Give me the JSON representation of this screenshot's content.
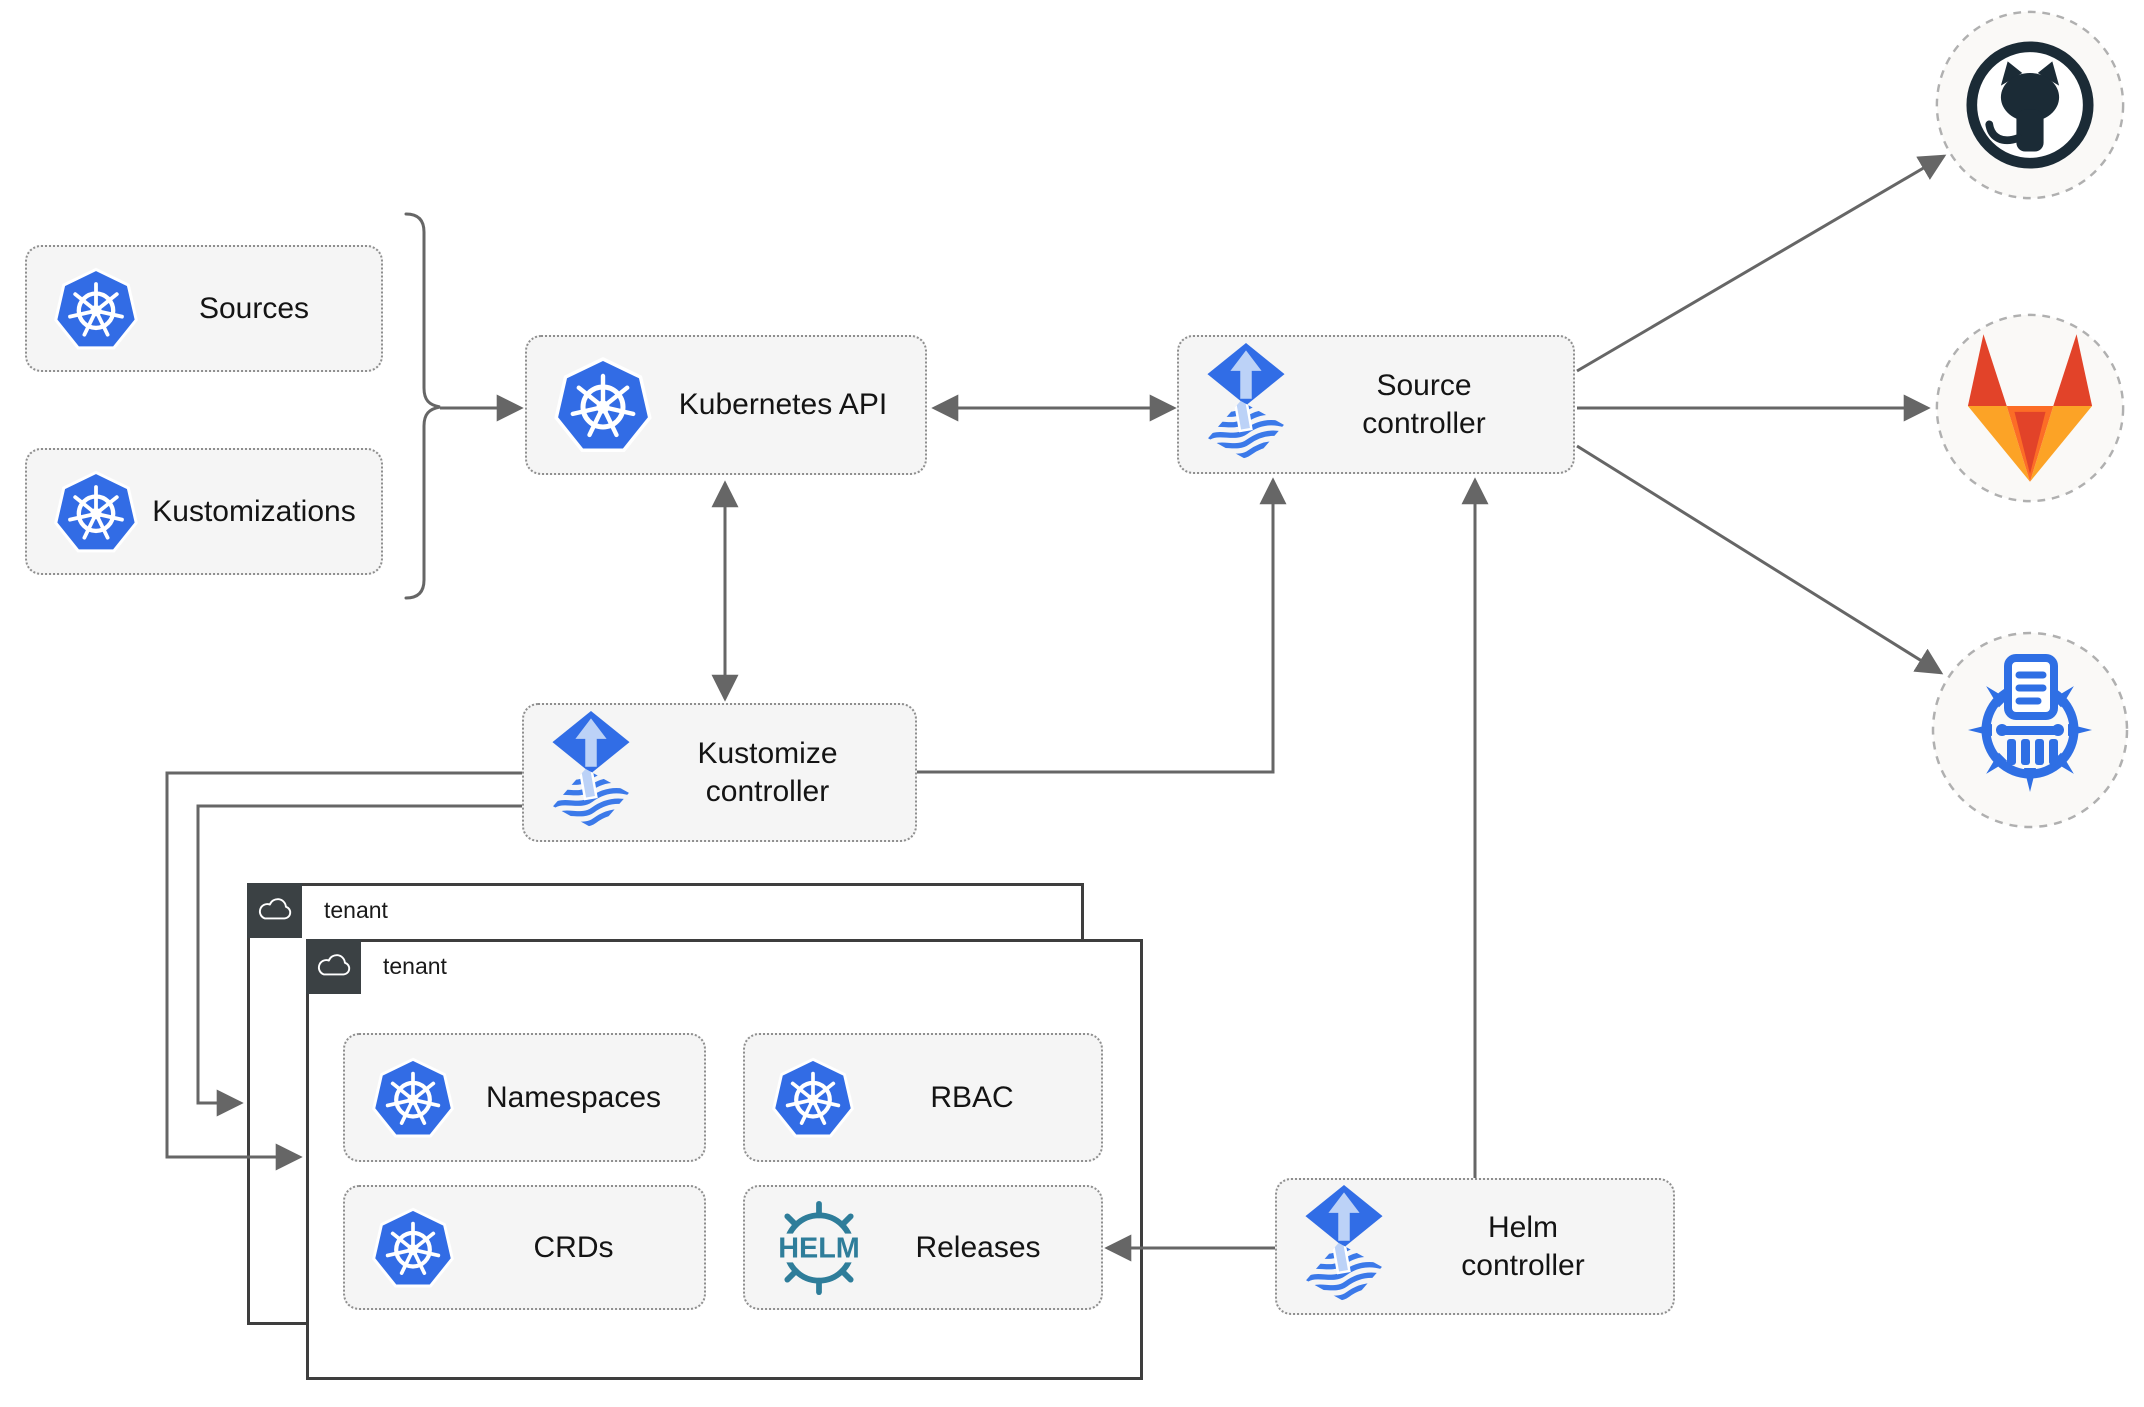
{
  "nodes": {
    "sources": {
      "label": "Sources"
    },
    "kustomizations": {
      "label": "Kustomizations"
    },
    "kubernetes_api": {
      "label": "Kubernetes API"
    },
    "source_controller": {
      "label": "Source\ncontroller"
    },
    "kustomize_controller": {
      "label": "Kustomize\ncontroller"
    },
    "helm_controller": {
      "label": "Helm\ncontroller"
    },
    "tenant_outer": {
      "label": "tenant"
    },
    "tenant_inner": {
      "label": "tenant"
    },
    "namespaces": {
      "label": "Namespaces"
    },
    "rbac": {
      "label": "RBAC"
    },
    "crds": {
      "label": "CRDs"
    },
    "releases": {
      "label": "Releases"
    }
  },
  "badges": {
    "helm_logo_text": "HELM"
  },
  "icons": {
    "kubernetes-icon": "blue heptagon with white ship wheel",
    "flux-icon": "blue diamond with light arrow over striped diamond",
    "helm-icon": "teal ship wheel around HELM wordmark",
    "github-octocat-icon": "dark octocat in ring",
    "gitlab-fox-icon": "orange tanuki fox",
    "helm-repository-wheel-icon": "blue wheel with document and columns",
    "cloud-icon": "white outline cloud in dark square badge"
  },
  "colors": {
    "kubernetes_blue": "#326ce5",
    "flux_blue": "#316de6",
    "flux_arrow_light": "#bcd2f7",
    "helm_teal": "#2e7d9a",
    "github_dark": "#1b2b36",
    "gitlab_red_orange": "#e24329",
    "gitlab_orange": "#fc6d26",
    "gitlab_yellow": "#fca326",
    "repo_blue": "#2f6fe4",
    "line_gray": "#666666",
    "box_fill": "#f5f5f5",
    "tenant_border": "#3e3e3e",
    "badge_dark": "#3b4144"
  }
}
